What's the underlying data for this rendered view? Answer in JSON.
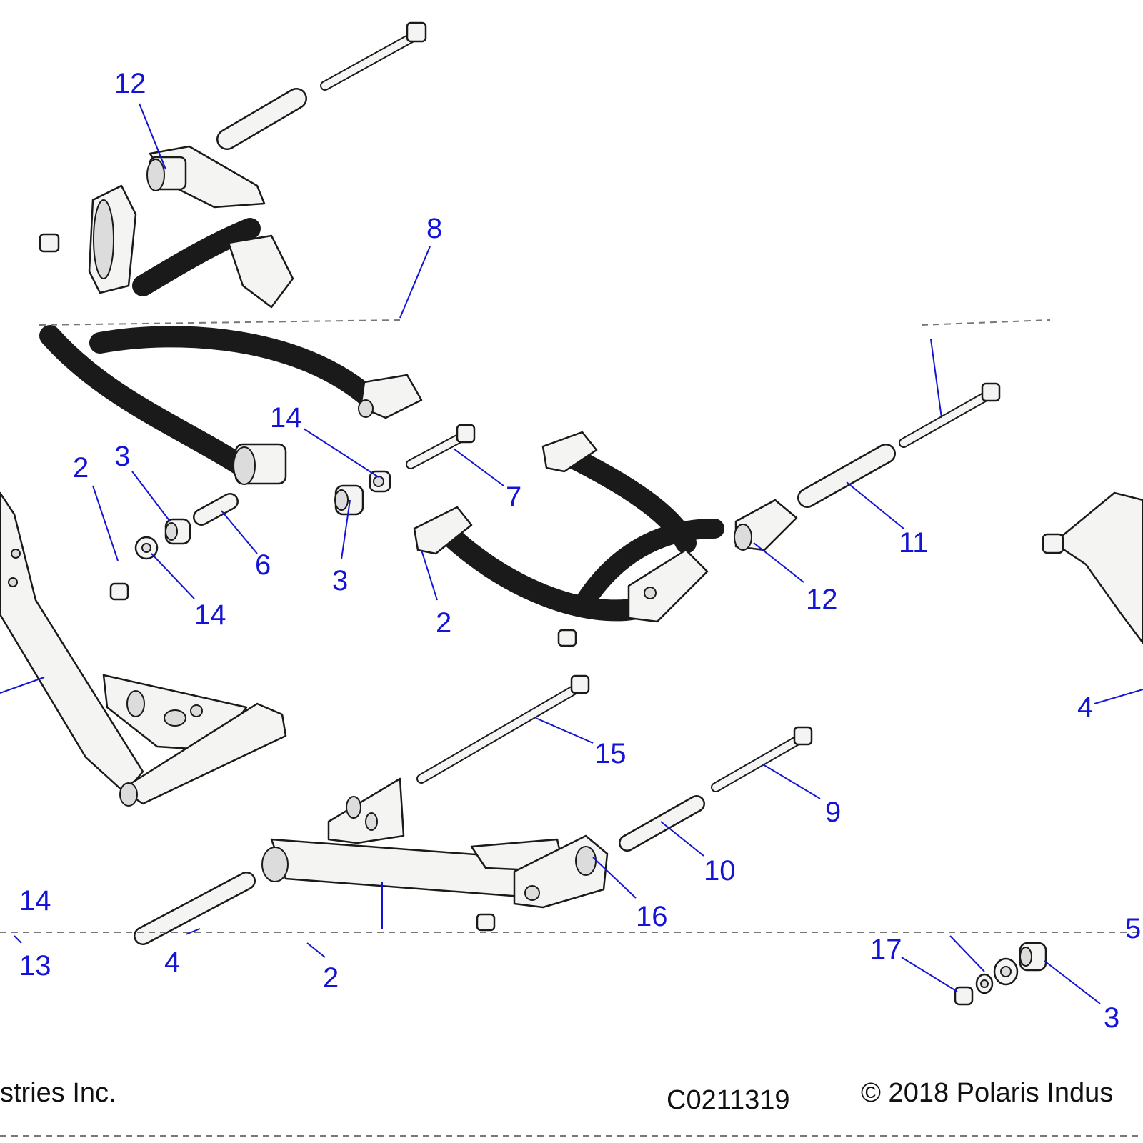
{
  "callouts": {
    "c12_top": "12",
    "c8": "8",
    "c14_mid": "14",
    "c2_left": "2",
    "c3_left": "3",
    "c6": "6",
    "c14_left": "14",
    "c3_mid": "3",
    "c7": "7",
    "c2_mid": "2",
    "c11": "11",
    "c12_right": "12",
    "c4_right": "4",
    "c15": "15",
    "c9": "9",
    "c10": "10",
    "c16": "16",
    "c14_bottom": "14",
    "c13": "13",
    "c4_bottom": "4",
    "c2_bottom": "2",
    "c17": "17",
    "c3_bottom": "3",
    "c5_partial": "5"
  },
  "footer": {
    "left_partial": "stries Inc.",
    "drawing_number": "C0211319",
    "copyright_partial": "© 2018 Polaris Indus"
  },
  "colors": {
    "callout": "#1414d6",
    "line": "#1a1a1a",
    "part_fill": "#f4f4f2"
  }
}
